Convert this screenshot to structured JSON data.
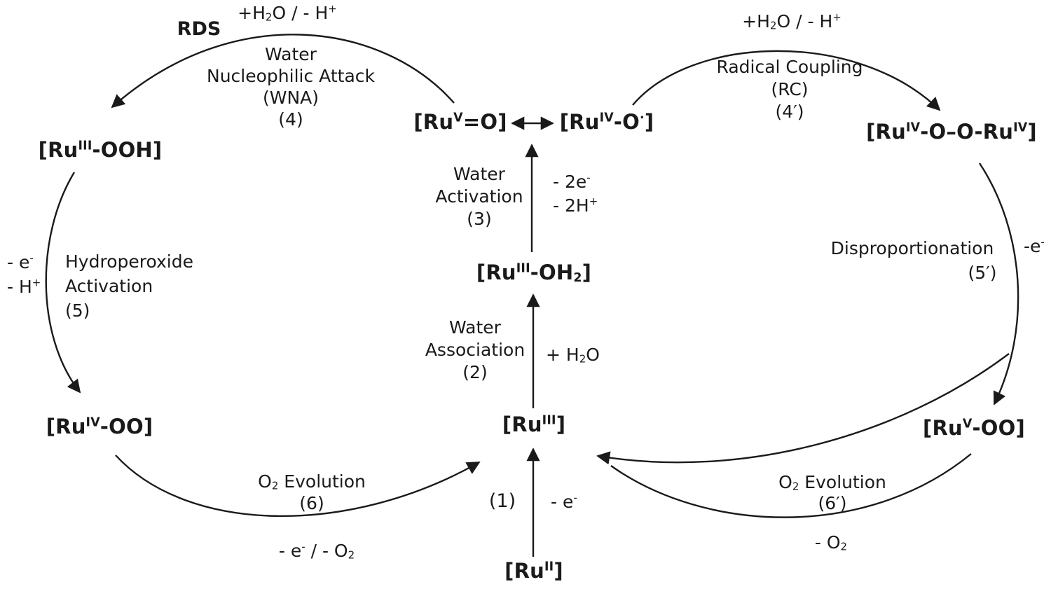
{
  "colors": {
    "ink": "#1a1a1a",
    "background": "#ffffff"
  },
  "species": {
    "ru5_o": [
      [
        "n",
        "[Ru"
      ],
      [
        "sup",
        "V"
      ],
      [
        "n",
        "=O]"
      ]
    ],
    "ru4_o_rad": [
      [
        "n",
        "[Ru"
      ],
      [
        "sup",
        "IV"
      ],
      [
        "n",
        "-O"
      ],
      [
        "sup",
        "·"
      ],
      [
        "n",
        "]"
      ]
    ],
    "ru4_dimer": [
      [
        "n",
        "[Ru"
      ],
      [
        "sup",
        "IV"
      ],
      [
        "n",
        "-O–O-Ru"
      ],
      [
        "sup",
        "IV"
      ],
      [
        "n",
        "]"
      ]
    ],
    "ru3_ooh": [
      [
        "n",
        "[Ru"
      ],
      [
        "sup",
        "III"
      ],
      [
        "n",
        "-OOH]"
      ]
    ],
    "ru3_oh2": [
      [
        "n",
        "[Ru"
      ],
      [
        "sup",
        "III"
      ],
      [
        "n",
        "-OH"
      ],
      [
        "sub",
        "2"
      ],
      [
        "n",
        "]"
      ]
    ],
    "ru4_oo": [
      [
        "n",
        "[Ru"
      ],
      [
        "sup",
        "IV"
      ],
      [
        "n",
        "-OO]"
      ]
    ],
    "ru3": [
      [
        "n",
        "[Ru"
      ],
      [
        "sup",
        "III"
      ],
      [
        "n",
        "]"
      ]
    ],
    "ru5_oo": [
      [
        "n",
        "[Ru"
      ],
      [
        "sup",
        "V"
      ],
      [
        "n",
        "-OO]"
      ]
    ],
    "ru2": [
      [
        "n",
        "[Ru"
      ],
      [
        "sup",
        "II"
      ],
      [
        "n",
        "]"
      ]
    ]
  },
  "labels": {
    "wna_conditions": [
      [
        "n",
        "+H"
      ],
      [
        "sub",
        "2"
      ],
      [
        "n",
        "O / - H"
      ],
      [
        "sup",
        "+"
      ]
    ],
    "rds": "RDS",
    "wna_l1": "Water",
    "wna_l2": "Nucleophilic Attack",
    "wna_l3": "(WNA)",
    "wna_l4": "(4)",
    "rc_conditions": [
      [
        "n",
        "+H"
      ],
      [
        "sub",
        "2"
      ],
      [
        "n",
        "O / - H"
      ],
      [
        "sup",
        "+"
      ]
    ],
    "rc_l1": "Radical Coupling",
    "rc_l2": "(RC)",
    "rc_l3": "(4′)",
    "act3_l1": "Water",
    "act3_l2": "Activation",
    "act3_l3": "(3)",
    "act3_e": [
      [
        "n",
        "- 2e"
      ],
      [
        "sup",
        "-"
      ]
    ],
    "act3_h": [
      [
        "n",
        "- 2H"
      ],
      [
        "sup",
        "+"
      ]
    ],
    "assoc2_l1": "Water",
    "assoc2_l2": "Association",
    "assoc2_l3": "(2)",
    "assoc2_h2o": [
      [
        "n",
        "+ H"
      ],
      [
        "sub",
        "2"
      ],
      [
        "n",
        "O"
      ]
    ],
    "step1": "(1)",
    "step1_e": [
      [
        "n",
        "- e"
      ],
      [
        "sup",
        "-"
      ]
    ],
    "hp_l1": "Hydroperoxide",
    "hp_l2": "Activation",
    "hp_l3": "(5)",
    "hp_e": [
      [
        "n",
        "- e"
      ],
      [
        "sup",
        "-"
      ]
    ],
    "hp_h": [
      [
        "n",
        "- H"
      ],
      [
        "sup",
        "+"
      ]
    ],
    "o2ev6_l1": [
      [
        "n",
        "O"
      ],
      [
        "sub",
        "2"
      ],
      [
        "n",
        " Evolution"
      ]
    ],
    "o2ev6_l2": "(6)",
    "o2ev6_l3": [
      [
        "n",
        "- e"
      ],
      [
        "sup",
        "-"
      ],
      [
        "n",
        " / - O"
      ],
      [
        "sub",
        "2"
      ]
    ],
    "disp_l1": "Disproportionation",
    "disp_l2": "(5′)",
    "disp_e": [
      [
        "n",
        "-e"
      ],
      [
        "sup",
        "-"
      ]
    ],
    "o2evp_l1": [
      [
        "n",
        "O"
      ],
      [
        "sub",
        "2"
      ],
      [
        "n",
        " Evolution"
      ]
    ],
    "o2evp_l2": "(6′)",
    "o2evp_l3": [
      [
        "n",
        "- O"
      ],
      [
        "sub",
        "2"
      ]
    ]
  },
  "edges": [
    {
      "step": "(1)",
      "from": "[RuII]",
      "to": "[RuIII]",
      "label": "- e-"
    },
    {
      "step": "(2)",
      "from": "[RuIII]",
      "to": "[RuIII-OH2]",
      "label": "Water Association, + H2O"
    },
    {
      "step": "(3)",
      "from": "[RuIII-OH2]",
      "to": "[RuV=O]",
      "label": "Water Activation, - 2e- - 2H+"
    },
    {
      "step": "(4)",
      "from": "[RuV=O]",
      "to": "[RuIII-OOH]",
      "label": "Water Nucleophilic Attack (WNA), +H2O / - H+, RDS"
    },
    {
      "step": "(5)",
      "from": "[RuIII-OOH]",
      "to": "[RuIV-OO]",
      "label": "Hydroperoxide Activation, - e- - H+"
    },
    {
      "step": "(6)",
      "from": "[RuIV-OO]",
      "to": "[RuIII]",
      "label": "O2 Evolution, - e- / - O2"
    },
    {
      "step": "(4′)",
      "from": "[RuIV-O·]",
      "to": "[RuIV-O–O-RuIV]",
      "label": "Radical Coupling (RC), +H2O / - H+"
    },
    {
      "step": "(5′)",
      "from": "[RuIV-O–O-RuIV]",
      "to": "[RuV-OO]",
      "label": "Disproportionation, -e-"
    },
    {
      "step": "(6′)",
      "from": "[RuV-OO]",
      "to": "[RuIII]",
      "label": "O2 Evolution, - O2"
    },
    {
      "step": "resonance",
      "from": "[RuV=O]",
      "to": "[RuIV-O·]",
      "label": "↔"
    }
  ]
}
